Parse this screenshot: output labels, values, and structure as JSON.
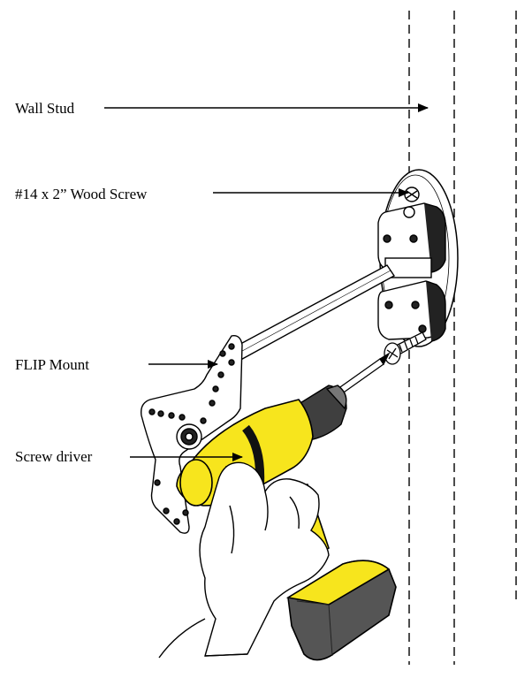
{
  "labels": {
    "wall_stud": "Wall Stud",
    "wood_screw": "#14 x 2” Wood Screw",
    "flip_mount": "FLIP Mount",
    "screw_driver": "Screw driver"
  },
  "colors": {
    "drill_body": "#f7e51d",
    "drill_chuck": "#3f3f3f",
    "battery_pack": "#555555",
    "line": "#000000",
    "paper": "#ffffff"
  },
  "icons": {
    "arrow": "arrow-right-icon",
    "screw": "phillips-screw-icon"
  }
}
